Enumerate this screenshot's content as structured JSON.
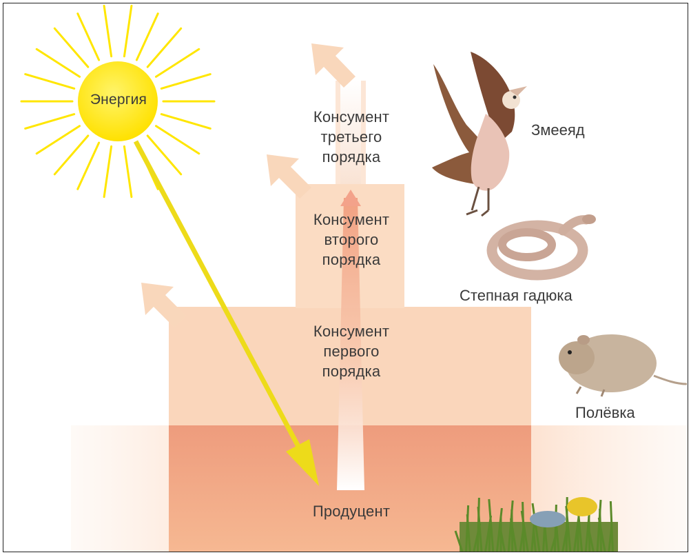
{
  "sun": {
    "label": "Энергия",
    "color": "#ffe600"
  },
  "levels": {
    "producer": "Продуцент",
    "consumer1": [
      "Консумент",
      "первого",
      "порядка"
    ],
    "consumer2": [
      "Консумент",
      "второго",
      "порядка"
    ],
    "consumer3": [
      "Консумент",
      "третьего",
      "порядка"
    ]
  },
  "animals": {
    "top": "Змееяд",
    "second": "Степная гадюка",
    "first": "Полёвка"
  },
  "icons": [
    "sun-icon",
    "eagle-icon",
    "snake-icon",
    "vole-icon",
    "grass-icon",
    "energy-arrow-icon",
    "heat-loss-arrow-icon"
  ],
  "colors": {
    "producer": "#ec9a7a",
    "producer_wide": "#fde5d6",
    "consumer1": "#fad3b5",
    "consumer2": "#fbdcbf",
    "consumer3": "#fde9d6",
    "heat_arrow": "#f8d3b3",
    "energy_arrow": "#f0e020"
  }
}
